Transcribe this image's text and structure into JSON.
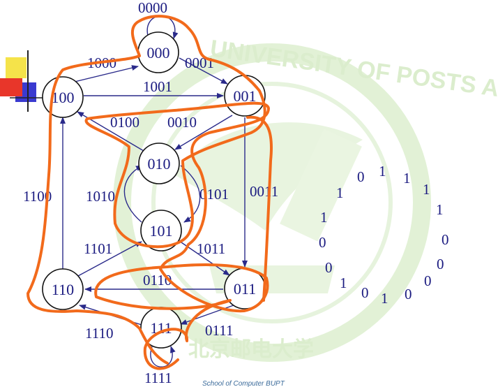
{
  "nodes": [
    {
      "id": "000",
      "label": "000"
    },
    {
      "id": "001",
      "label": "001"
    },
    {
      "id": "010",
      "label": "010"
    },
    {
      "id": "011",
      "label": "011"
    },
    {
      "id": "100",
      "label": "100"
    },
    {
      "id": "101",
      "label": "101"
    },
    {
      "id": "110",
      "label": "110"
    },
    {
      "id": "111",
      "label": "111"
    }
  ],
  "edges": [
    {
      "label": "0000"
    },
    {
      "label": "1000"
    },
    {
      "label": "0001"
    },
    {
      "label": "1001"
    },
    {
      "label": "0100"
    },
    {
      "label": "0010"
    },
    {
      "label": "1010"
    },
    {
      "label": "0101"
    },
    {
      "label": "1100"
    },
    {
      "label": "0011"
    },
    {
      "label": "1101"
    },
    {
      "label": "1011"
    },
    {
      "label": "0110"
    },
    {
      "label": "1110"
    },
    {
      "label": "0111"
    },
    {
      "label": "1111"
    }
  ],
  "sequence_bits": [
    "0",
    "1",
    "1",
    "1",
    "1",
    "0",
    "0",
    "0",
    "0",
    "1",
    "0",
    "1",
    "0",
    "0",
    "1",
    "1"
  ],
  "watermark": "UNIVERSITY OF POSTS AND TELECOMMUNICATIONS",
  "watermark_cn": "北京邮电大学",
  "footer": "School of Computer BUPT",
  "colors": {
    "line": "#2a2a8a",
    "highlight": "#f26a1b",
    "watermark": "#d8ecc8"
  }
}
